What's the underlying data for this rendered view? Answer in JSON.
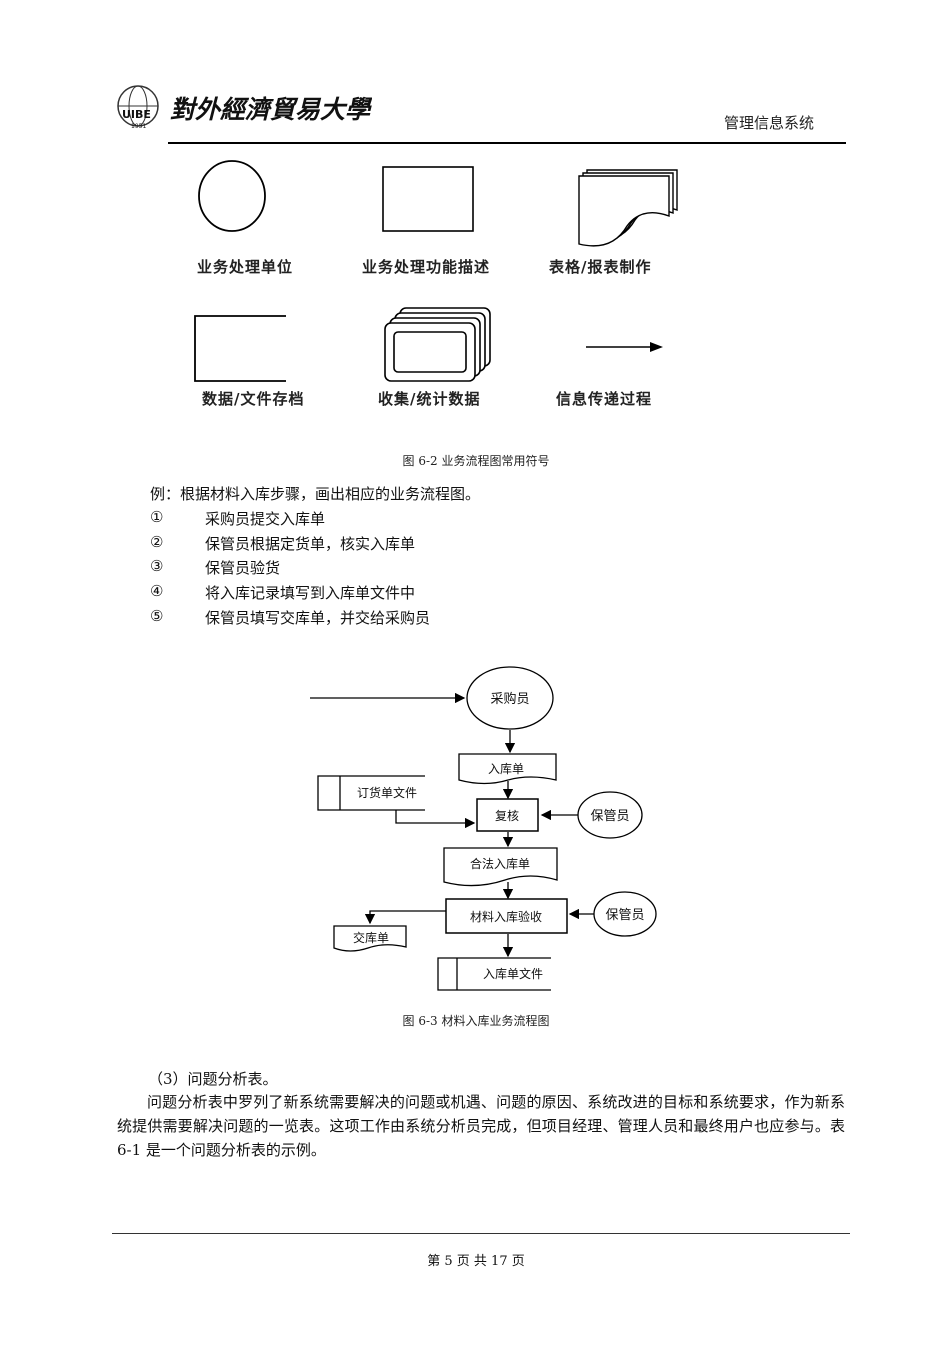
{
  "header": {
    "logo_text": "對外經濟貿易大學",
    "emblem_text": "UIBE",
    "emblem_year": "1951",
    "doc_title": "管理信息系统"
  },
  "symbols": [
    {
      "shape": "circle",
      "label": "业务处理单位"
    },
    {
      "shape": "rectangle",
      "label": "业务处理功能描述"
    },
    {
      "shape": "document-stack",
      "label": "表格/报表制作"
    },
    {
      "shape": "open-rectangle",
      "label": "数据/文件存档"
    },
    {
      "shape": "card-stack",
      "label": "收集/统计数据"
    },
    {
      "shape": "arrow",
      "label": "信息传递过程"
    }
  ],
  "figure1_caption": "图 6-2  业务流程图常用符号",
  "example_intro": "例：根据材料入库步骤，画出相应的业务流程图。",
  "steps": [
    {
      "num": "①",
      "text": "采购员提交入库单"
    },
    {
      "num": "②",
      "text": "保管员根据定货单，核实入库单"
    },
    {
      "num": "③",
      "text": "保管员验货"
    },
    {
      "num": "④",
      "text": "将入库记录填写到入库单文件中"
    },
    {
      "num": "⑤",
      "text": "保管员填写交库单，并交给采购员"
    }
  ],
  "flowchart": {
    "buyer": "采购员",
    "receipt": "入库单",
    "order_file": "订货单文件",
    "review": "复核",
    "keeper1": "保管员",
    "valid_receipt": "合法入库单",
    "inspection": "材料入库验收",
    "keeper2": "保管员",
    "delivery": "交库单",
    "receipt_file": "入库单文件"
  },
  "figure2_caption": "图 6-3  材料入库业务流程图",
  "section_heading": "（3）问题分析表。",
  "paragraph": "问题分析表中罗列了新系统需要解决的问题或机遇、问题的原因、系统改进的目标和系统要求，作为新系统提供需要解决问题的一览表。这项工作由系统分析员完成，但项目经理、管理人员和最终用户也应参与。表 6-1 是一个问题分析表的示例。",
  "footer": "第 5 页 共 17 页"
}
